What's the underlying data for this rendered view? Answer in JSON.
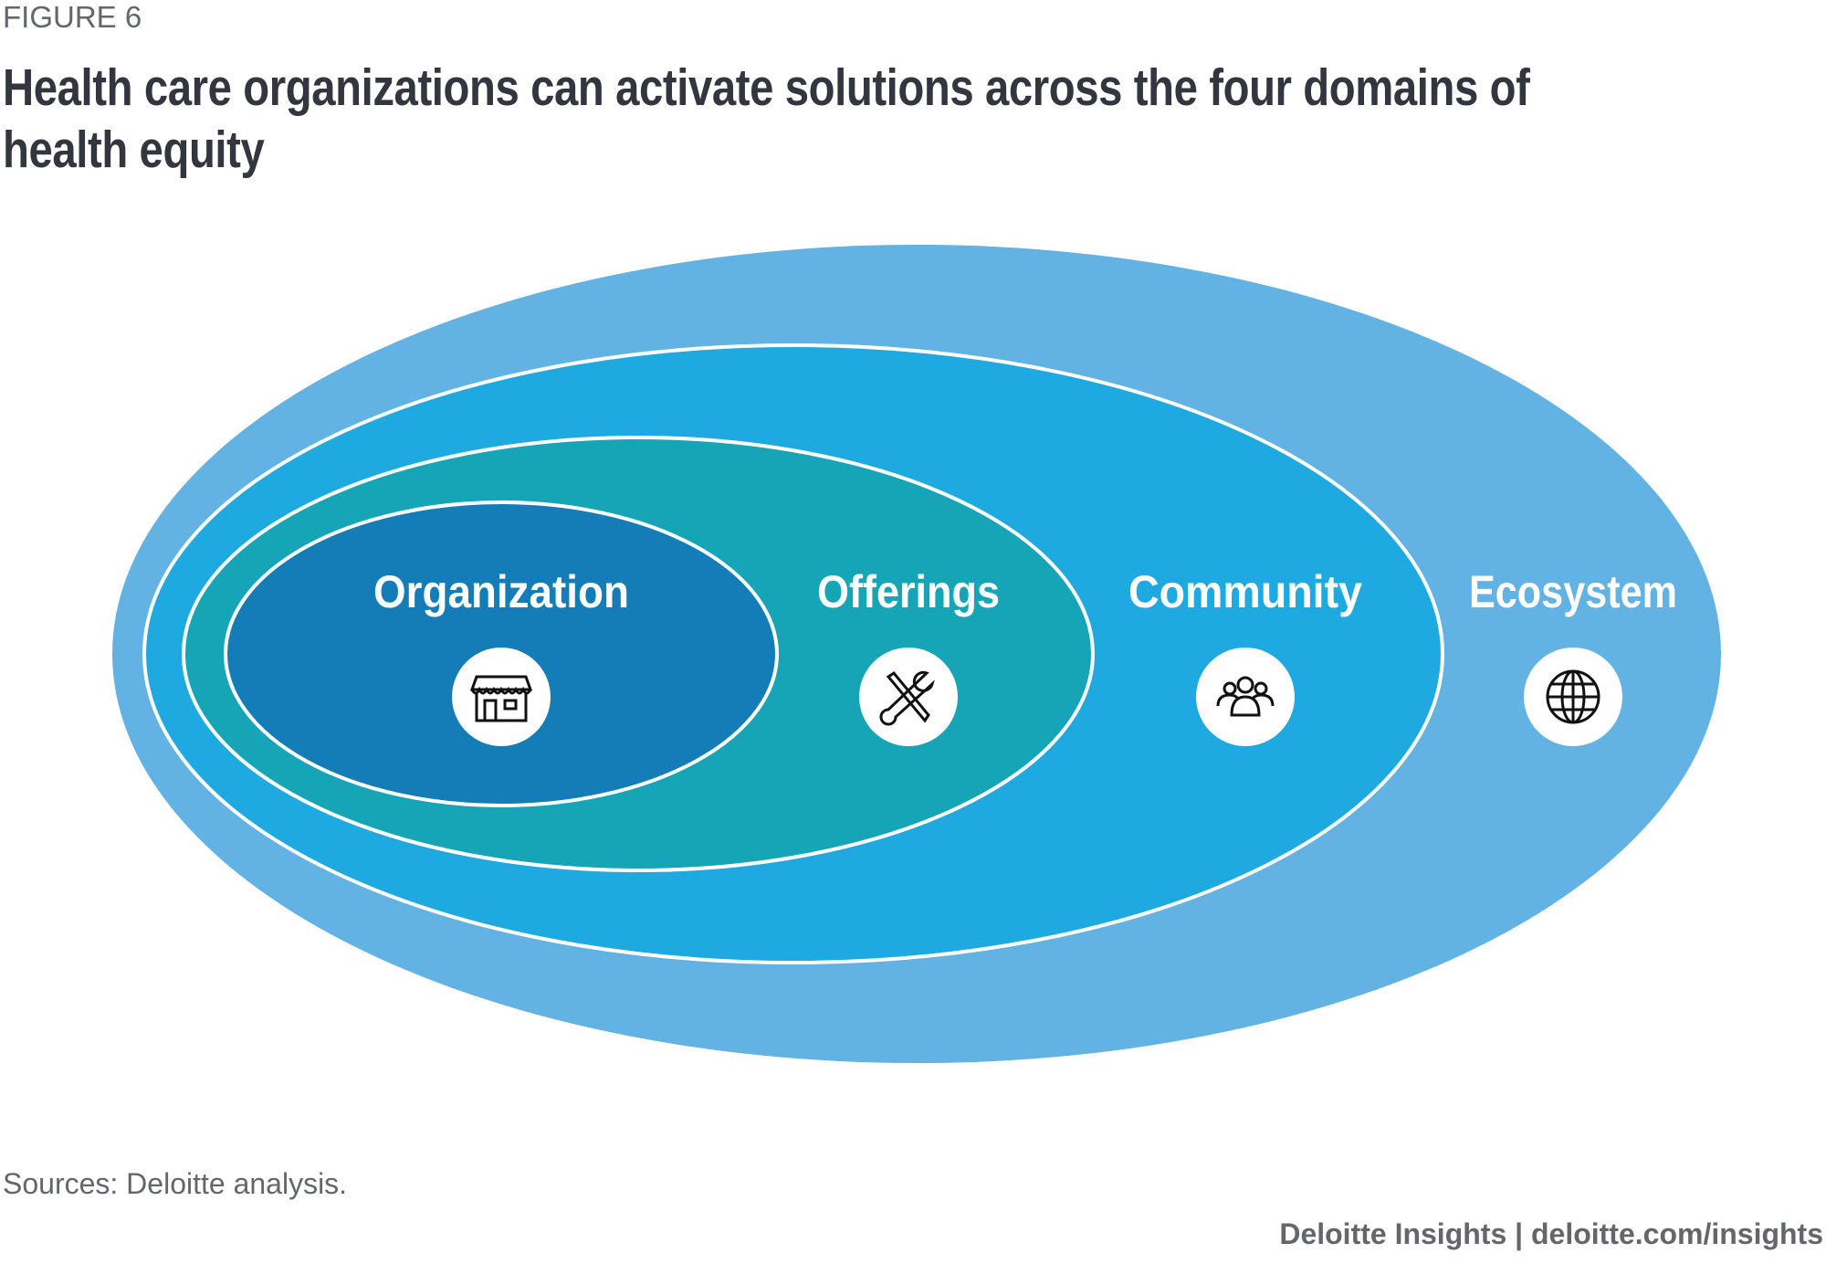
{
  "figure_label": "FIGURE 6",
  "title": "Health care organizations can activate solutions across the four domains of health equity",
  "title_lines": [
    "Health care organizations can activate solutions across the four domains of",
    "health equity"
  ],
  "domains": [
    {
      "label": "Organization",
      "icon": "storefront-icon",
      "color": "#147db8"
    },
    {
      "label": "Offerings",
      "icon": "tools-icon",
      "color": "#16a5b7"
    },
    {
      "label": "Community",
      "icon": "people-group-icon",
      "color": "#1fa9e1"
    },
    {
      "label": "Ecosystem",
      "icon": "globe-icon",
      "color": "#62b2e4"
    }
  ],
  "source": "Sources: Deloitte analysis.",
  "footer": "Deloitte Insights | deloitte.com/insights"
}
